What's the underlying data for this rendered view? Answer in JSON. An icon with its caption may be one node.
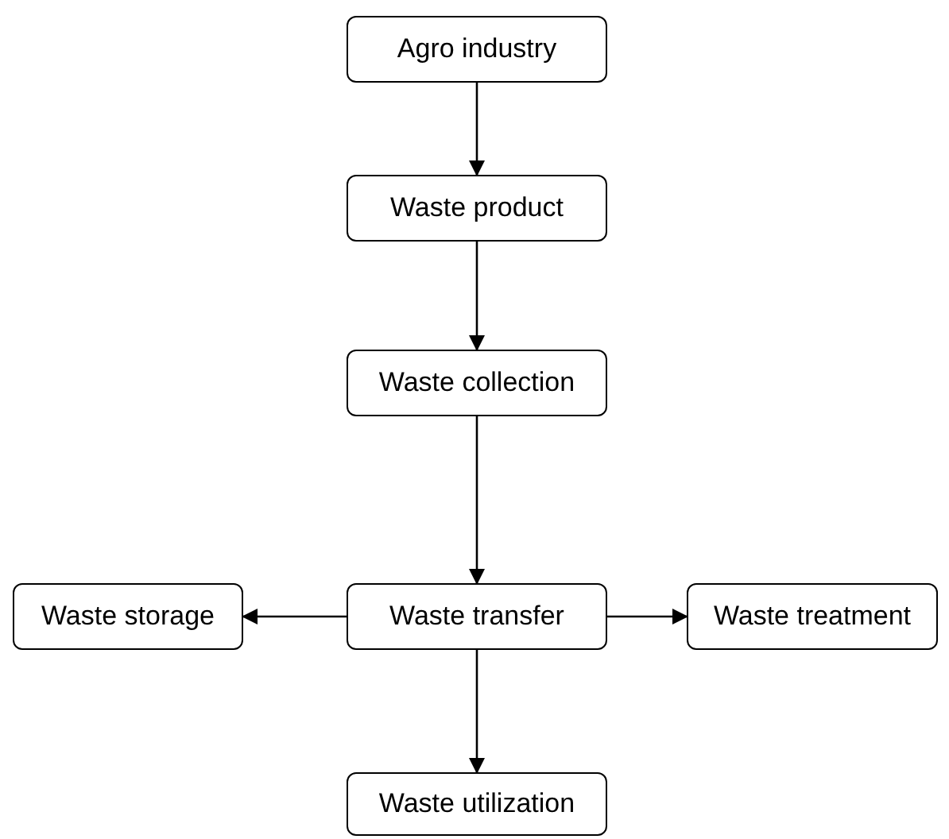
{
  "diagram": {
    "nodes": [
      {
        "text": [
          "Agro industry"
        ]
      },
      {
        "text": [
          "Waste product"
        ]
      },
      {
        "text": [
          "Waste collection"
        ]
      },
      {
        "text": [
          "Waste transfer"
        ]
      },
      {
        "text": [
          "Waste storage"
        ]
      },
      {
        "text": [
          "Waste treatment"
        ]
      },
      {
        "text": [
          "Waste utilization"
        ]
      }
    ],
    "edges": [
      {
        "from": 0,
        "to": 1,
        "arrow": "to"
      },
      {
        "from": 1,
        "to": 2,
        "arrow": "to"
      },
      {
        "from": 2,
        "to": 3,
        "arrow": "to"
      },
      {
        "from": 3,
        "to": 4,
        "arrow": "to"
      },
      {
        "from": 3,
        "to": 5,
        "arrow": "to"
      },
      {
        "from": 3,
        "to": 6,
        "arrow": "to"
      }
    ]
  }
}
